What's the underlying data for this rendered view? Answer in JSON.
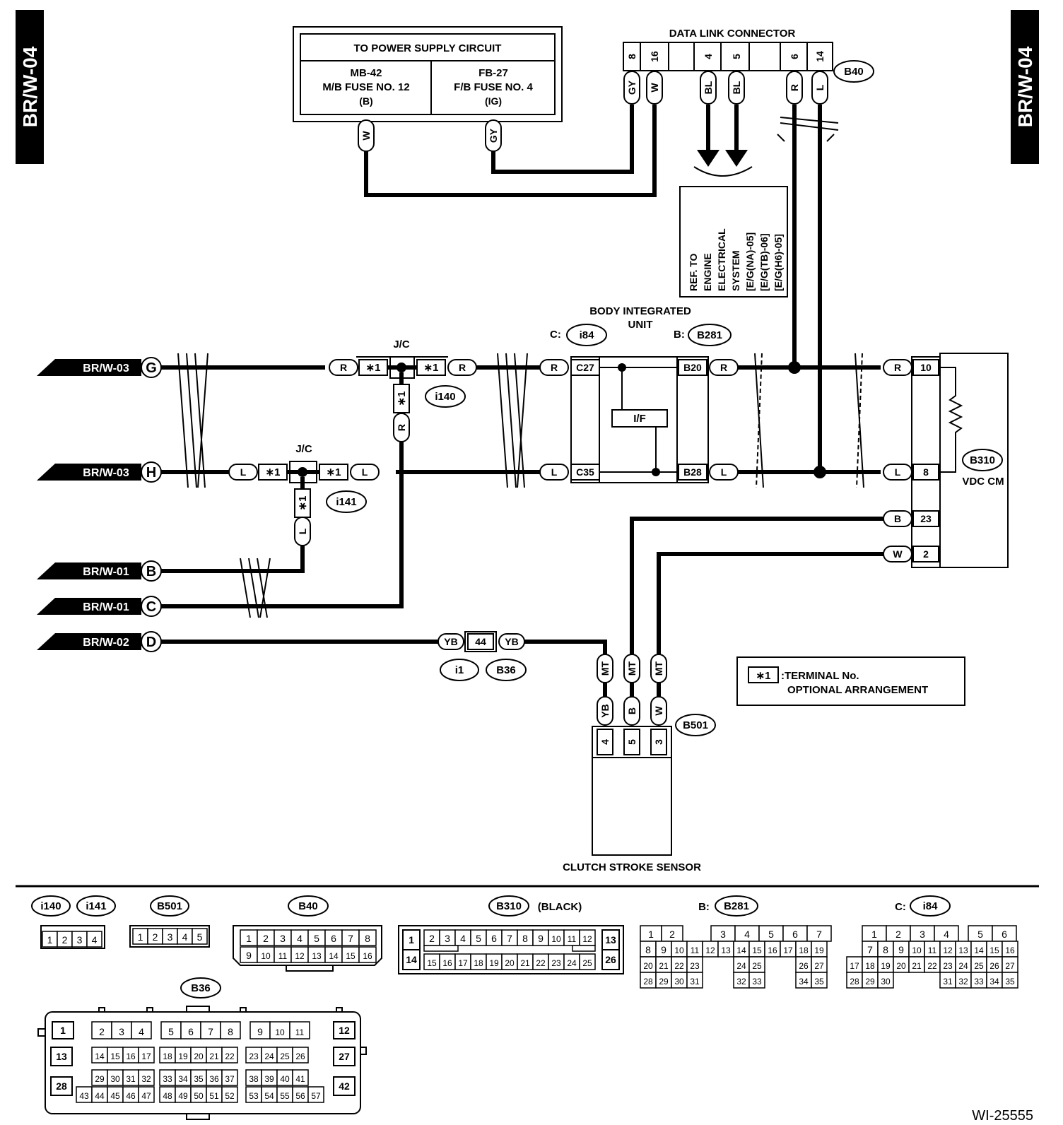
{
  "page": {
    "left_tab": "BR/W-04",
    "right_tab": "BR/W-04",
    "doc_code": "WI-25555"
  },
  "power_supply": {
    "title": "TO POWER SUPPLY CIRCUIT",
    "left": [
      "MB-42",
      "M/B FUSE NO. 12",
      "(B)"
    ],
    "right": [
      "FB-27",
      "F/B FUSE NO. 4",
      "(IG)"
    ],
    "wire_left": "W",
    "wire_right": "GY"
  },
  "dlc": {
    "title": "DATA LINK CONNECTOR",
    "connector": "B40",
    "pins": [
      "8",
      "16",
      "4",
      "5",
      "6",
      "14"
    ],
    "wires": [
      "GY",
      "W",
      "BL",
      "BL",
      "R",
      "L"
    ]
  },
  "ref_note": [
    "REF. TO",
    "ENGINE",
    "ELECTRICAL",
    "SYSTEM",
    "[E/G(NA)-05]",
    "[E/G(TB)-06]",
    "[E/G(H6)-05]"
  ],
  "biu": {
    "title": [
      "BODY INTEGRATED",
      "UNIT"
    ],
    "c_prefix": "C:",
    "c_conn": "i84",
    "b_prefix": "B:",
    "b_conn": "B281",
    "if_label": "I/F",
    "pins": [
      "C27",
      "C35",
      "B20",
      "B28"
    ]
  },
  "offpage": [
    {
      "ref": "BR/W-03",
      "letter": "G"
    },
    {
      "ref": "BR/W-03",
      "letter": "H"
    },
    {
      "ref": "BR/W-01",
      "letter": "B"
    },
    {
      "ref": "BR/W-01",
      "letter": "C"
    },
    {
      "ref": "BR/W-02",
      "letter": "D"
    }
  ],
  "jc": {
    "label": "J/C",
    "star": "∗1",
    "conn_top": "i140",
    "conn_bottom": "i141"
  },
  "wire_colors": {
    "red": "R",
    "blue": "L",
    "black": "B",
    "white": "W",
    "yb": "YB",
    "mt": "MT"
  },
  "inline_conn": {
    "pin": "44",
    "conn_a": "i1",
    "conn_b": "B36"
  },
  "vdc": {
    "connector": "B310",
    "name": "VDC CM",
    "pins": [
      "10",
      "8",
      "23",
      "2"
    ]
  },
  "clutch": {
    "connector": "B501",
    "name": "CLUTCH STROKE SENSOR",
    "pins": [
      "4",
      "5",
      "3"
    ],
    "wires": [
      "YB",
      "B",
      "W"
    ]
  },
  "legend": {
    "symbol": "∗1",
    "line1": ":TERMINAL No.",
    "line2": "OPTIONAL ARRANGEMENT"
  },
  "connector_views": {
    "i140_i141": {
      "labels": [
        "i140",
        "i141"
      ],
      "pins": [
        "1",
        "2",
        "3",
        "4"
      ]
    },
    "B501": {
      "label": "B501",
      "pins": [
        "1",
        "2",
        "3",
        "4",
        "5"
      ]
    },
    "B40": {
      "label": "B40",
      "row1": [
        "1",
        "2",
        "3",
        "4",
        "5",
        "6",
        "7",
        "8"
      ],
      "row2": [
        "9",
        "10",
        "11",
        "12",
        "13",
        "14",
        "15",
        "16"
      ]
    },
    "B310": {
      "label": "B310",
      "note": "(BLACK)",
      "row1": [
        "2",
        "3",
        "4",
        "5",
        "6",
        "7",
        "8",
        "9",
        "10",
        "11",
        "12"
      ],
      "row2": [
        "15",
        "16",
        "17",
        "18",
        "19",
        "20",
        "21",
        "22",
        "23",
        "24",
        "25"
      ],
      "left": [
        "1",
        "14"
      ],
      "right": [
        "13",
        "26"
      ]
    },
    "B281": {
      "prefix": "B:",
      "label": "B281",
      "r1": [
        "1",
        "2",
        "",
        "3",
        "4",
        "5",
        "6",
        "7"
      ],
      "r2": [
        "8",
        "9",
        "10",
        "11",
        "12",
        "13",
        "14",
        "15",
        "16",
        "17",
        "18",
        "19"
      ],
      "r3": [
        "20",
        "21",
        "22",
        "23",
        "",
        "",
        "24",
        "25",
        "",
        "",
        "26",
        "27"
      ],
      "r4": [
        "28",
        "29",
        "30",
        "31",
        "",
        "",
        "32",
        "33",
        "",
        "",
        "34",
        "35"
      ]
    },
    "i84": {
      "prefix": "C:",
      "label": "i84",
      "r1": [
        "",
        "1",
        "2",
        "3",
        "4",
        "",
        "5",
        "6"
      ],
      "r2": [
        "",
        "7",
        "8",
        "9",
        "10",
        "11",
        "12",
        "13",
        "14",
        "15",
        "16"
      ],
      "r3": [
        "17",
        "18",
        "19",
        "20",
        "21",
        "22",
        "23",
        "24",
        "25",
        "26",
        "27"
      ],
      "r4": [
        "28",
        "29",
        "30",
        "",
        "",
        "",
        "31",
        "32",
        "33",
        "34",
        "35"
      ]
    },
    "B36": {
      "label": "B36",
      "row1": [
        [
          "1"
        ],
        [
          "2",
          "3",
          "4"
        ],
        [
          "5",
          "6",
          "7",
          "8"
        ],
        [
          "9",
          "10",
          "11"
        ],
        [
          "12"
        ]
      ],
      "row2": [
        "14",
        "15",
        "16",
        "17",
        "18",
        "19",
        "20",
        "21",
        "22",
        "23",
        "24",
        "25",
        "26"
      ],
      "row3": [
        "29",
        "30",
        "31",
        "32",
        "33",
        "34",
        "35",
        "36",
        "37",
        "38",
        "39",
        "40",
        "41"
      ],
      "row4": [
        "43",
        "44",
        "45",
        "46",
        "47",
        "48",
        "49",
        "50",
        "51",
        "52",
        "53",
        "54",
        "55",
        "56",
        "57"
      ],
      "side_left": [
        "13",
        "28"
      ],
      "side_right": [
        "27",
        "42"
      ]
    }
  }
}
